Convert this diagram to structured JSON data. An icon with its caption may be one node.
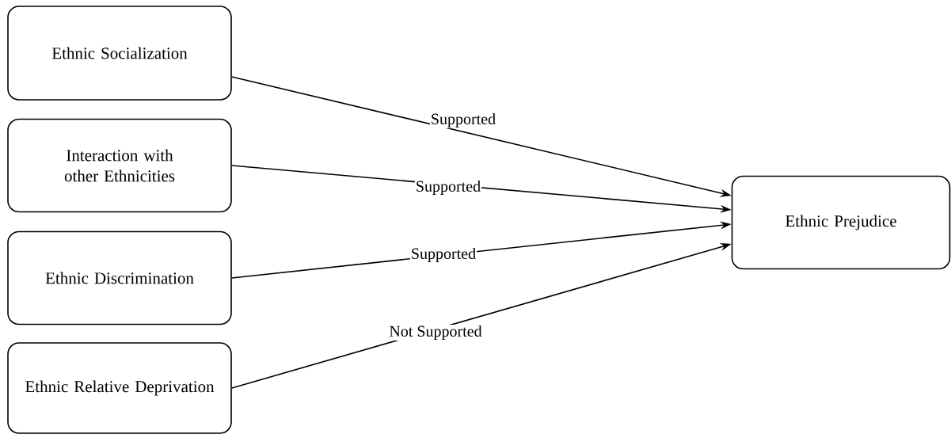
{
  "diagram": {
    "nodes": [
      {
        "text": [
          "Ethnic Socialization"
        ]
      },
      {
        "text": [
          "Interaction with other Ethnicities"
        ]
      },
      {
        "text": [
          "Ethnic Discrimination"
        ]
      },
      {
        "text": [
          "Ethnic Relative Deprivation"
        ]
      },
      {
        "text": [
          "Ethnic Prejudice"
        ]
      }
    ],
    "edges": [
      {
        "from": 0,
        "to": 4,
        "arrow": "to",
        "label": "Supported"
      },
      {
        "from": 1,
        "to": 4,
        "arrow": "to",
        "label": "Supported"
      },
      {
        "from": 2,
        "to": 4,
        "arrow": "to",
        "label": "Supported"
      },
      {
        "from": 3,
        "to": 4,
        "arrow": "to",
        "label": "Not Supported"
      }
    ]
  }
}
